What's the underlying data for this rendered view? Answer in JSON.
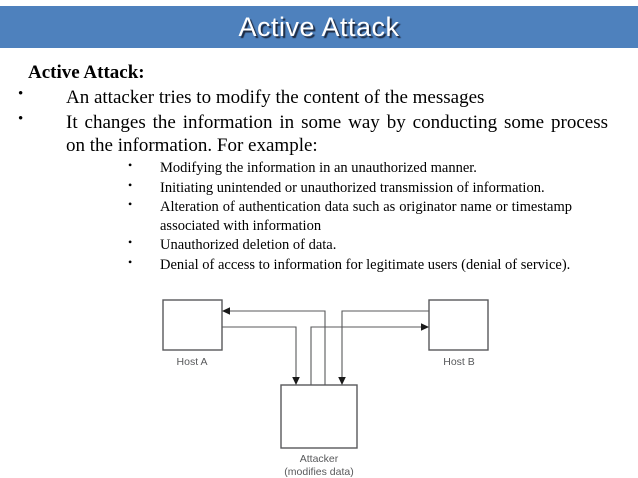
{
  "slide": {
    "title": "Active Attack",
    "banner_color": "#4e81bd",
    "title_color": "#ffffff"
  },
  "content": {
    "heading": "Active Attack:",
    "bullets": [
      {
        "text": "An attacker tries to modify the content of the messages",
        "sub": []
      },
      {
        "text": "It changes the information in some way by conducting some process on the information. For example:",
        "sub": [
          "Modifying the information in an unauthorized manner.",
          "Initiating unintended or unauthorized transmission of information.",
          "Alteration of authentication data such as originator name or timestamp associated with information",
          "Unauthorized deletion of data.",
          "Denial of access to information for legitimate users (denial of service)."
        ]
      }
    ]
  },
  "diagram": {
    "host_a_label": "Host A",
    "host_b_label": "Host B",
    "attacker_label": "Attacker",
    "attacker_sublabel": "(modifies data)",
    "stroke_color": "#58595b"
  }
}
